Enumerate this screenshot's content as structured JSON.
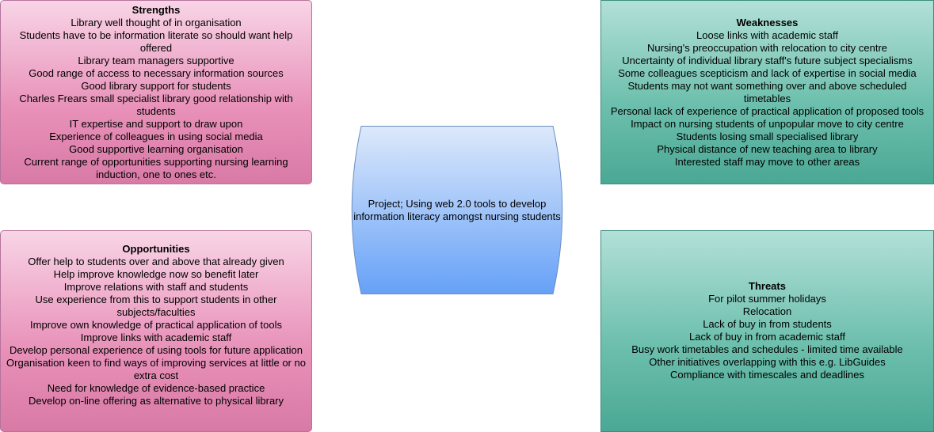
{
  "strengths": {
    "title": "Strengths",
    "items": [
      "Library well thought of in organisation",
      "Students have to be information literate so should want help offered",
      "Library team managers supportive",
      "Good range of access to necessary information sources",
      "Good library support for students",
      "Charles Frears small specialist library good relationship with students",
      "IT expertise and support to draw upon",
      "Experience of colleagues in using social media",
      "Good supportive learning organisation",
      "Current range of opportunities supporting nursing learning induction, one to ones etc."
    ]
  },
  "weaknesses": {
    "title": "Weaknesses",
    "items": [
      "Loose links with academic staff",
      "Nursing's preoccupation with relocation to city centre",
      "Uncertainty of individual library staff's future subject specialisms",
      "Some colleagues scepticism and lack of expertise in social media",
      "Students may not want something over and above scheduled timetables",
      "Personal lack of experience of practical application of proposed tools",
      "Impact on nursing students of unpopular move to city centre",
      "Students losing small specialised library",
      "Physical distance of new teaching area to library",
      "Interested staff may move to other areas"
    ]
  },
  "opportunities": {
    "title": "Opportunities",
    "items": [
      "Offer help to students over and above that already given",
      "Help improve knowledge now so benefit later",
      "Improve relations with staff and students",
      "Use experience from this to support students in other subjects/faculties",
      "Improve own knowledge of practical application of tools",
      "Improve links with academic staff",
      "Develop personal experience of using tools for future application",
      "Organisation keen to find ways of improving services at little or no extra cost",
      "Need for knowledge of evidence-based practice",
      "Develop on-line offering as alternative to physical library"
    ]
  },
  "threats": {
    "title": "Threats",
    "items": [
      "For pilot summer holidays",
      "Relocation",
      "Lack of buy in from students",
      "Lack of buy in from academic staff",
      "Busy work timetables and schedules - limited time available",
      "Other initiatives overlapping with this e.g. LibGuides",
      "Compliance with timescales and deadlines"
    ]
  },
  "center": {
    "text": "Project; Using web 2.0 tools to develop information literacy amongst nursing students"
  },
  "colors": {
    "pink_fill": "#e890b8",
    "pink_border": "#b5739d",
    "teal_fill": "#6fc0ae",
    "teal_border": "#3a8f7e",
    "blue_fill_top": "#dde9fb",
    "blue_fill_bottom": "#66a1f7",
    "blue_border": "#6c8ebf"
  }
}
